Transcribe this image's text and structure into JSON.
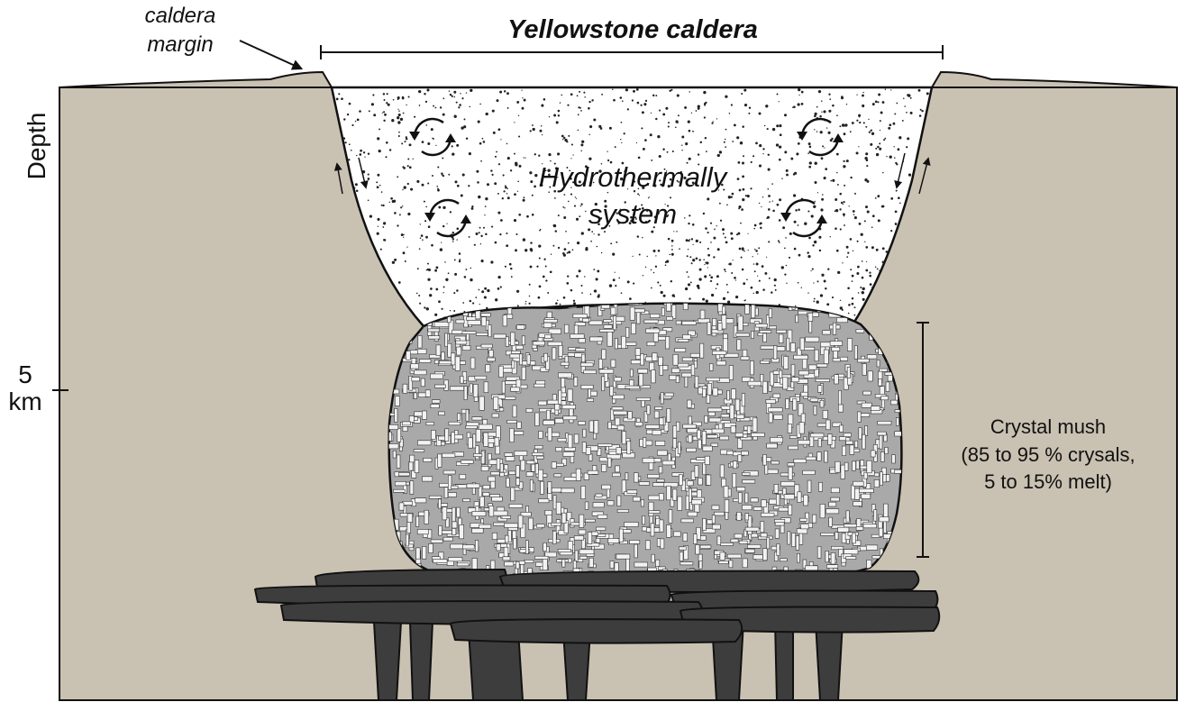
{
  "labels": {
    "caldera_margin_line1": "caldera",
    "caldera_margin_line2": "margin",
    "caldera_title": "Yellowstone caldera",
    "hydro_line1": "Hydrothermally",
    "hydro_line2": "system",
    "depth_axis": "Depth",
    "depth_tick_value": "5",
    "depth_tick_unit": "km",
    "mush_line1": "Crystal mush",
    "mush_line2": "(85 to 95 % crysals,",
    "mush_line3": "5 to 15% melt)"
  },
  "colors": {
    "crust": "#c9c1b2",
    "caldera_fill": "#ffffff",
    "mush_fill": "#a9a9a9",
    "crystal": "#f2f2f2",
    "sill": "#3d3d3d",
    "outline": "#111111"
  },
  "icons": {
    "circulation": "circular-arrow-icon",
    "flow": "arrow-icon"
  }
}
